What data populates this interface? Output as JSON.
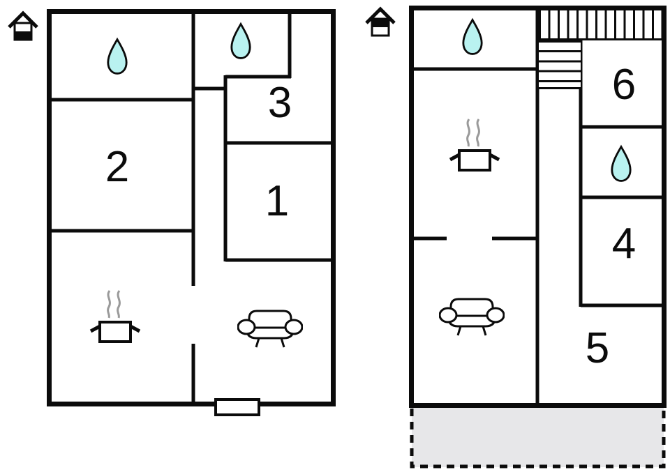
{
  "colors": {
    "wall": "#0b0b0b",
    "water_drop_fill": "#b9f2f0",
    "terrace_fill": "#e7e7e9",
    "steam": "#9a9a9a"
  },
  "plans": {
    "left": {
      "house_icon": "lower-half-filled",
      "rooms": {
        "room1": "1",
        "room2": "2",
        "room3": "3"
      }
    },
    "right": {
      "house_icon": "upper-half-filled",
      "rooms": {
        "room4": "4",
        "room5": "5",
        "room6": "6"
      }
    }
  }
}
